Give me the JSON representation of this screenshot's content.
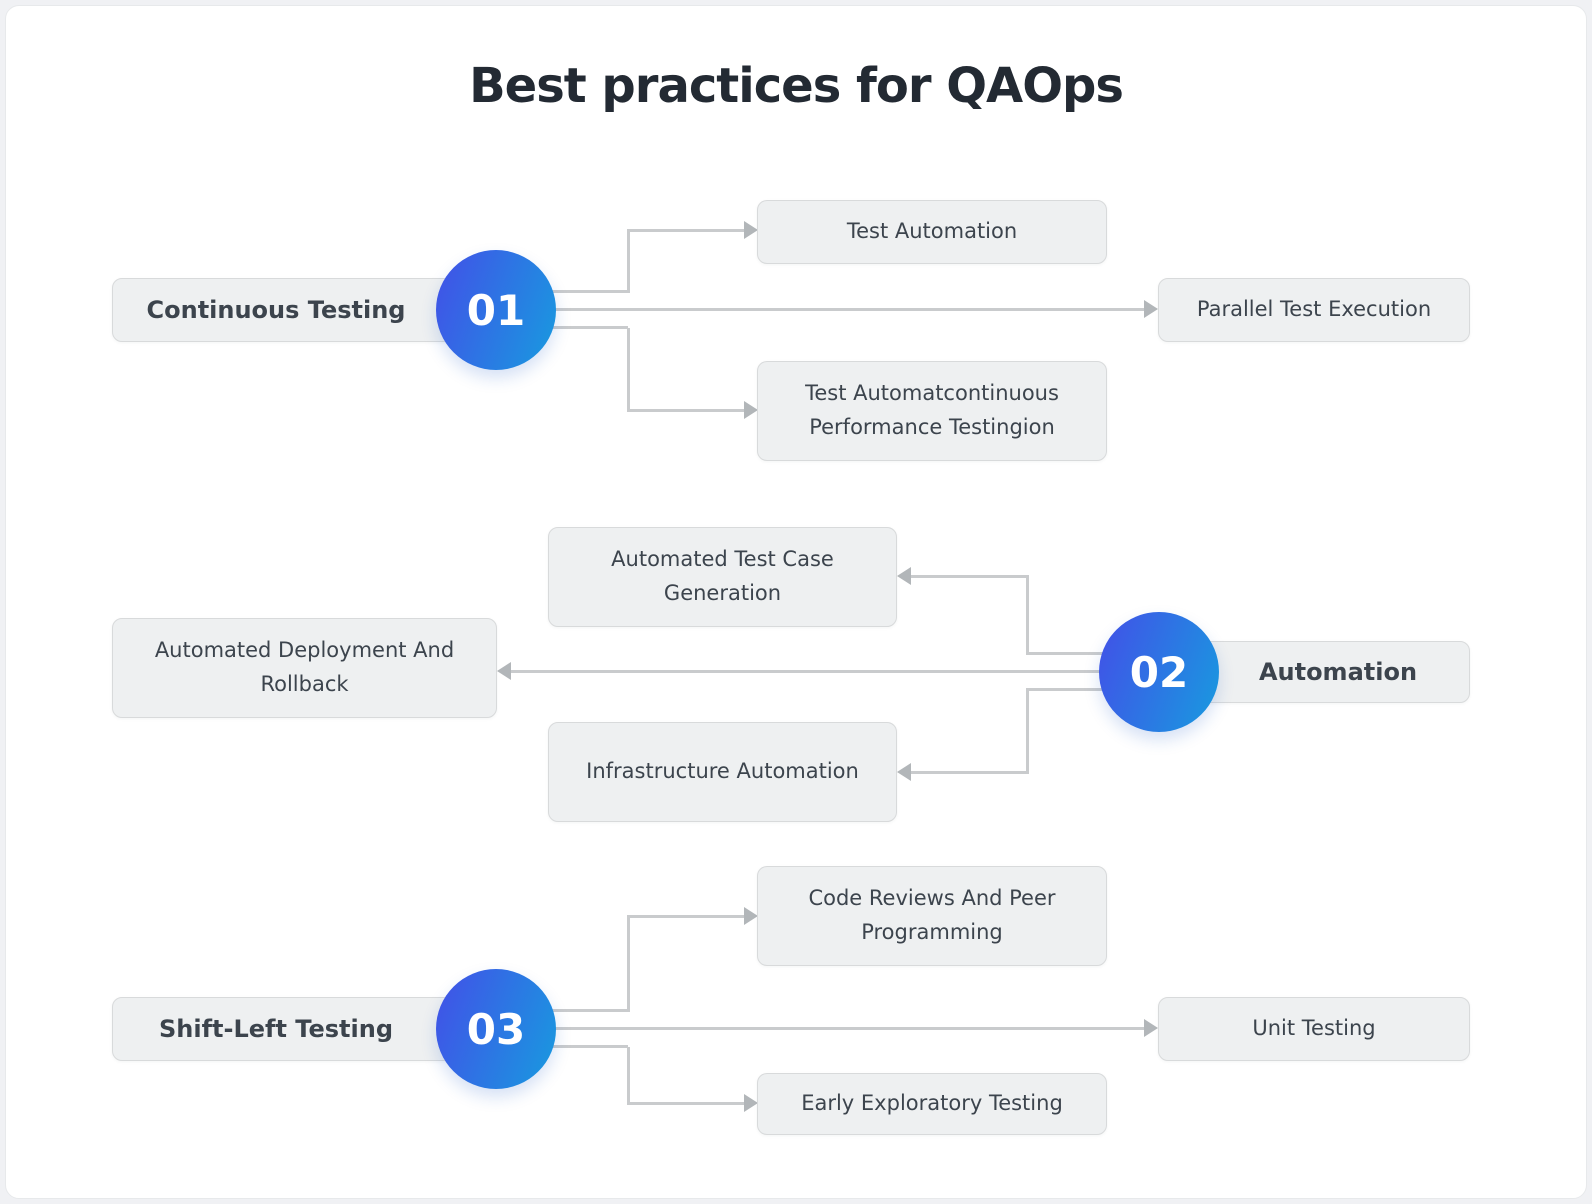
{
  "title": "Best practices for QAOps",
  "sections": [
    {
      "number": "01",
      "label": "Continuous Testing",
      "children": [
        "Test Automation",
        "Parallel Test Execution",
        "Test Automatcontinuous Performance Testingion"
      ]
    },
    {
      "number": "02",
      "label": "Automation",
      "children": [
        "Automated Test Case Generation",
        "Automated Deployment And Rollback",
        "Infrastructure Automation"
      ]
    },
    {
      "number": "03",
      "label": "Shift-Left Testing",
      "children": [
        "Code Reviews And Peer Programming",
        "Unit Testing",
        "Early Exploratory Testing"
      ]
    }
  ],
  "colors": {
    "gradient_start": "#3f55e7",
    "gradient_end": "#1b95e0",
    "box_fill": "#eef0f1",
    "box_border": "#d8dadb",
    "line": "#c9cbcd",
    "arrow": "#b2b6b9",
    "text": "#3c444d",
    "title": "#232a33",
    "card_bg": "#ffffff",
    "page_bg": "#f0f1f4"
  }
}
